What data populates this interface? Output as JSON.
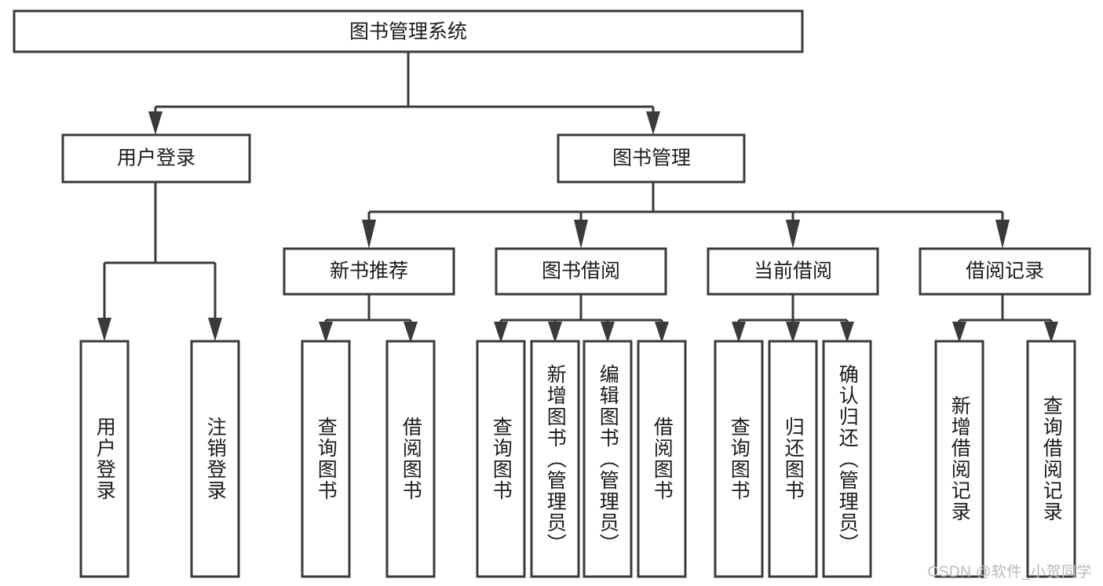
{
  "diagram": {
    "title": "图书管理系统",
    "type": "hierarchy-tree",
    "watermark": "CSDN @软件_小贺同学",
    "colors": {
      "stroke": "#3a3a3a",
      "fill": "#ffffff",
      "text": "#1b1b1b",
      "watermark": "#b9b9b9"
    },
    "root": {
      "label": "图书管理系统"
    },
    "level2": [
      {
        "label": "用户登录"
      },
      {
        "label": "图书管理"
      }
    ],
    "level3": [
      {
        "label": "新书推荐"
      },
      {
        "label": "图书借阅"
      },
      {
        "label": "当前借阅"
      },
      {
        "label": "借阅记录"
      }
    ],
    "leaves": {
      "user_login": [
        {
          "label": "用户登录"
        },
        {
          "label": "注销登录"
        }
      ],
      "new_book_recommend": [
        {
          "label": "查询图书"
        },
        {
          "label": "借阅图书"
        }
      ],
      "book_borrow": [
        {
          "label": "查询图书"
        },
        {
          "label": "新增图书（管理员）"
        },
        {
          "label": "编辑图书（管理员）"
        },
        {
          "label": "借阅图书"
        }
      ],
      "current_borrow": [
        {
          "label": "查询图书"
        },
        {
          "label": "归还图书"
        },
        {
          "label": "确认归还（管理员）"
        }
      ],
      "borrow_record": [
        {
          "label": "新增借阅记录"
        },
        {
          "label": "查询借阅记录"
        }
      ]
    }
  }
}
